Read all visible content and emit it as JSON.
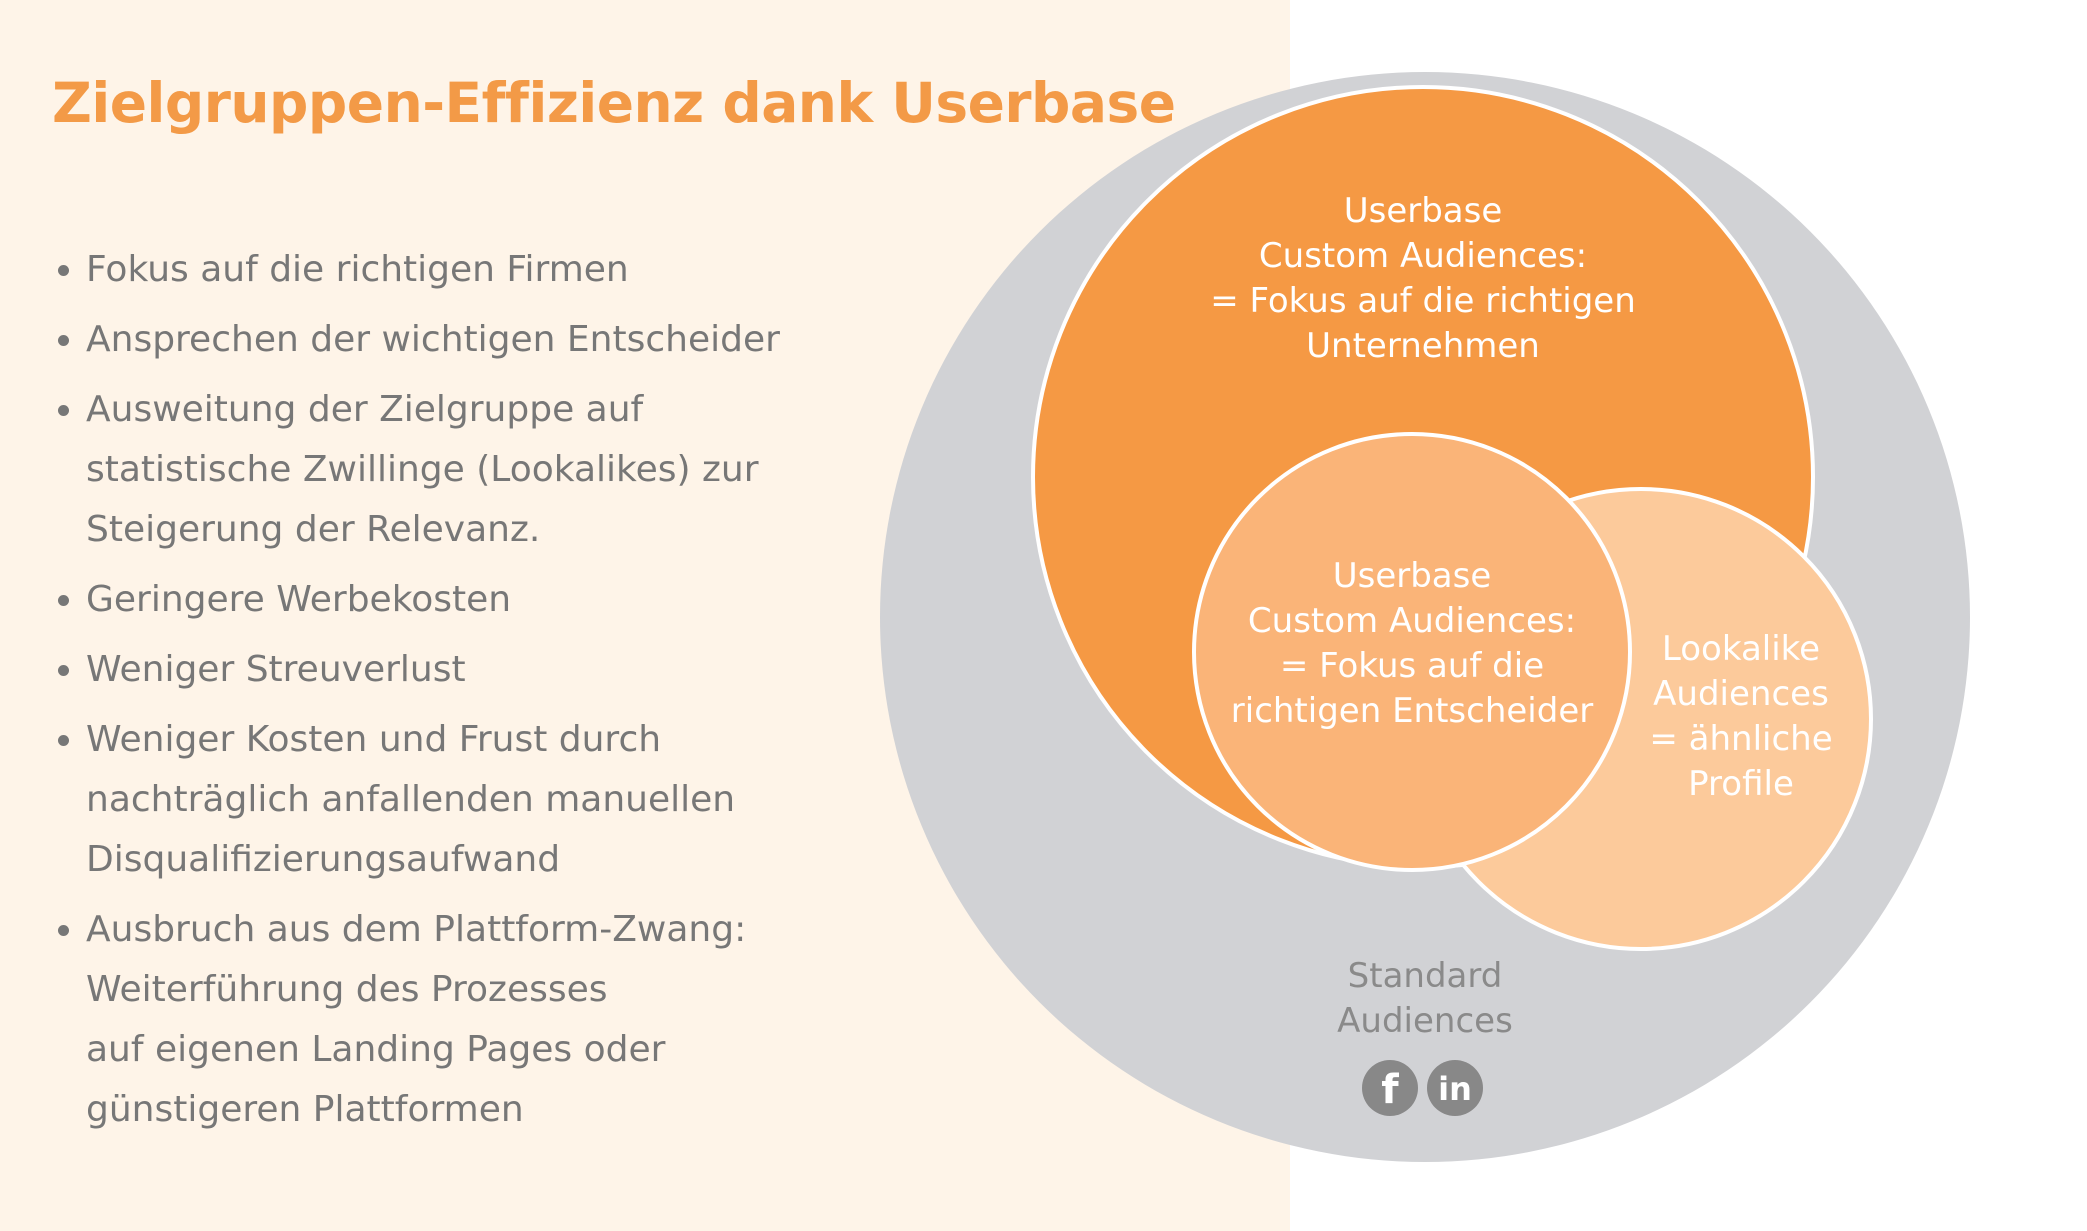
{
  "colors": {
    "panel_background": "#fef4e8",
    "title": "#f39a47",
    "body_text": "#777777",
    "standard_circle": "#d1d2d5",
    "custom_firms_circle": "#f59944",
    "custom_deciders_circle": "#fab478",
    "lookalike_circle": "#fcca9b",
    "circle_label": "#ffffff",
    "standard_label": "#8a8a8a",
    "social_icon": "#888888"
  },
  "title": "Zielgruppen-Effizienz dank Userbase",
  "bullets": [
    {
      "lines": [
        "Fokus auf die richtigen Firmen"
      ]
    },
    {
      "lines": [
        "Ansprechen der wichtigen Entscheider"
      ]
    },
    {
      "lines": [
        "Ausweitung der Zielgruppe auf",
        "statistische Zwillinge (Lookalikes) zur",
        "Steigerung der Relevanz."
      ]
    },
    {
      "lines": [
        "Geringere Werbekosten"
      ]
    },
    {
      "lines": [
        "Weniger Streuverlust"
      ]
    },
    {
      "lines": [
        "Weniger Kosten und Frust durch",
        "nachträglich anfallenden manuellen",
        "Disqualifizierungsaufwand"
      ]
    },
    {
      "lines": [
        "Ausbruch aus dem Plattform-Zwang:",
        "Weiterführung des Prozesses",
        "auf eigenen Landing Pages oder",
        "günstigeren Plattformen"
      ]
    }
  ],
  "diagram": {
    "standard": {
      "lines": [
        "Standard",
        "Audiences"
      ]
    },
    "custom_firms": {
      "lines": [
        "Userbase",
        "Custom Audiences:",
        "= Fokus auf die richtigen",
        "Unternehmen"
      ]
    },
    "custom_deciders": {
      "lines": [
        "Userbase",
        "Custom Audiences:",
        "= Fokus auf die",
        "richtigen Entscheider"
      ]
    },
    "lookalike": {
      "lines": [
        "Lookalike",
        "Audiences",
        "= ähnliche",
        "Profile"
      ]
    },
    "icons": [
      "facebook-icon",
      "linkedin-icon"
    ],
    "icon_glyphs": {
      "facebook": "f",
      "linkedin": "in"
    }
  }
}
